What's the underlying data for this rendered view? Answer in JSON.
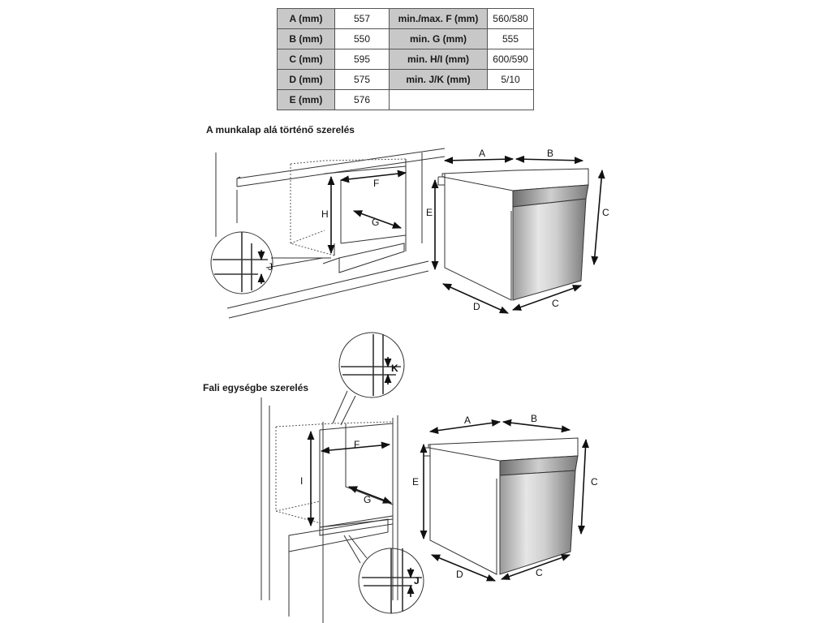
{
  "table": {
    "rows": [
      {
        "k1": "A (mm)",
        "v1": "557",
        "k2": "min./max. F (mm)",
        "v2": "560/580"
      },
      {
        "k1": "B (mm)",
        "v1": "550",
        "k2": "min. G (mm)",
        "v2": "555"
      },
      {
        "k1": "C (mm)",
        "v1": "595",
        "k2": "min. H/I (mm)",
        "v2": "600/590"
      },
      {
        "k1": "D (mm)",
        "v1": "575",
        "k2": "min. J/K (mm)",
        "v2": "5/10"
      },
      {
        "k1": "E (mm)",
        "v1": "576",
        "k2": "",
        "v2": ""
      }
    ]
  },
  "sections": {
    "under_counter": "A munkalap alá történő szerelés",
    "wall_unit": "Fali egységbe szerelés"
  },
  "labels": {
    "A": "A",
    "B": "B",
    "C": "C",
    "D": "D",
    "E": "E",
    "F": "F",
    "G": "G",
    "H": "H",
    "I": "I",
    "J": "J",
    "K": "K"
  }
}
